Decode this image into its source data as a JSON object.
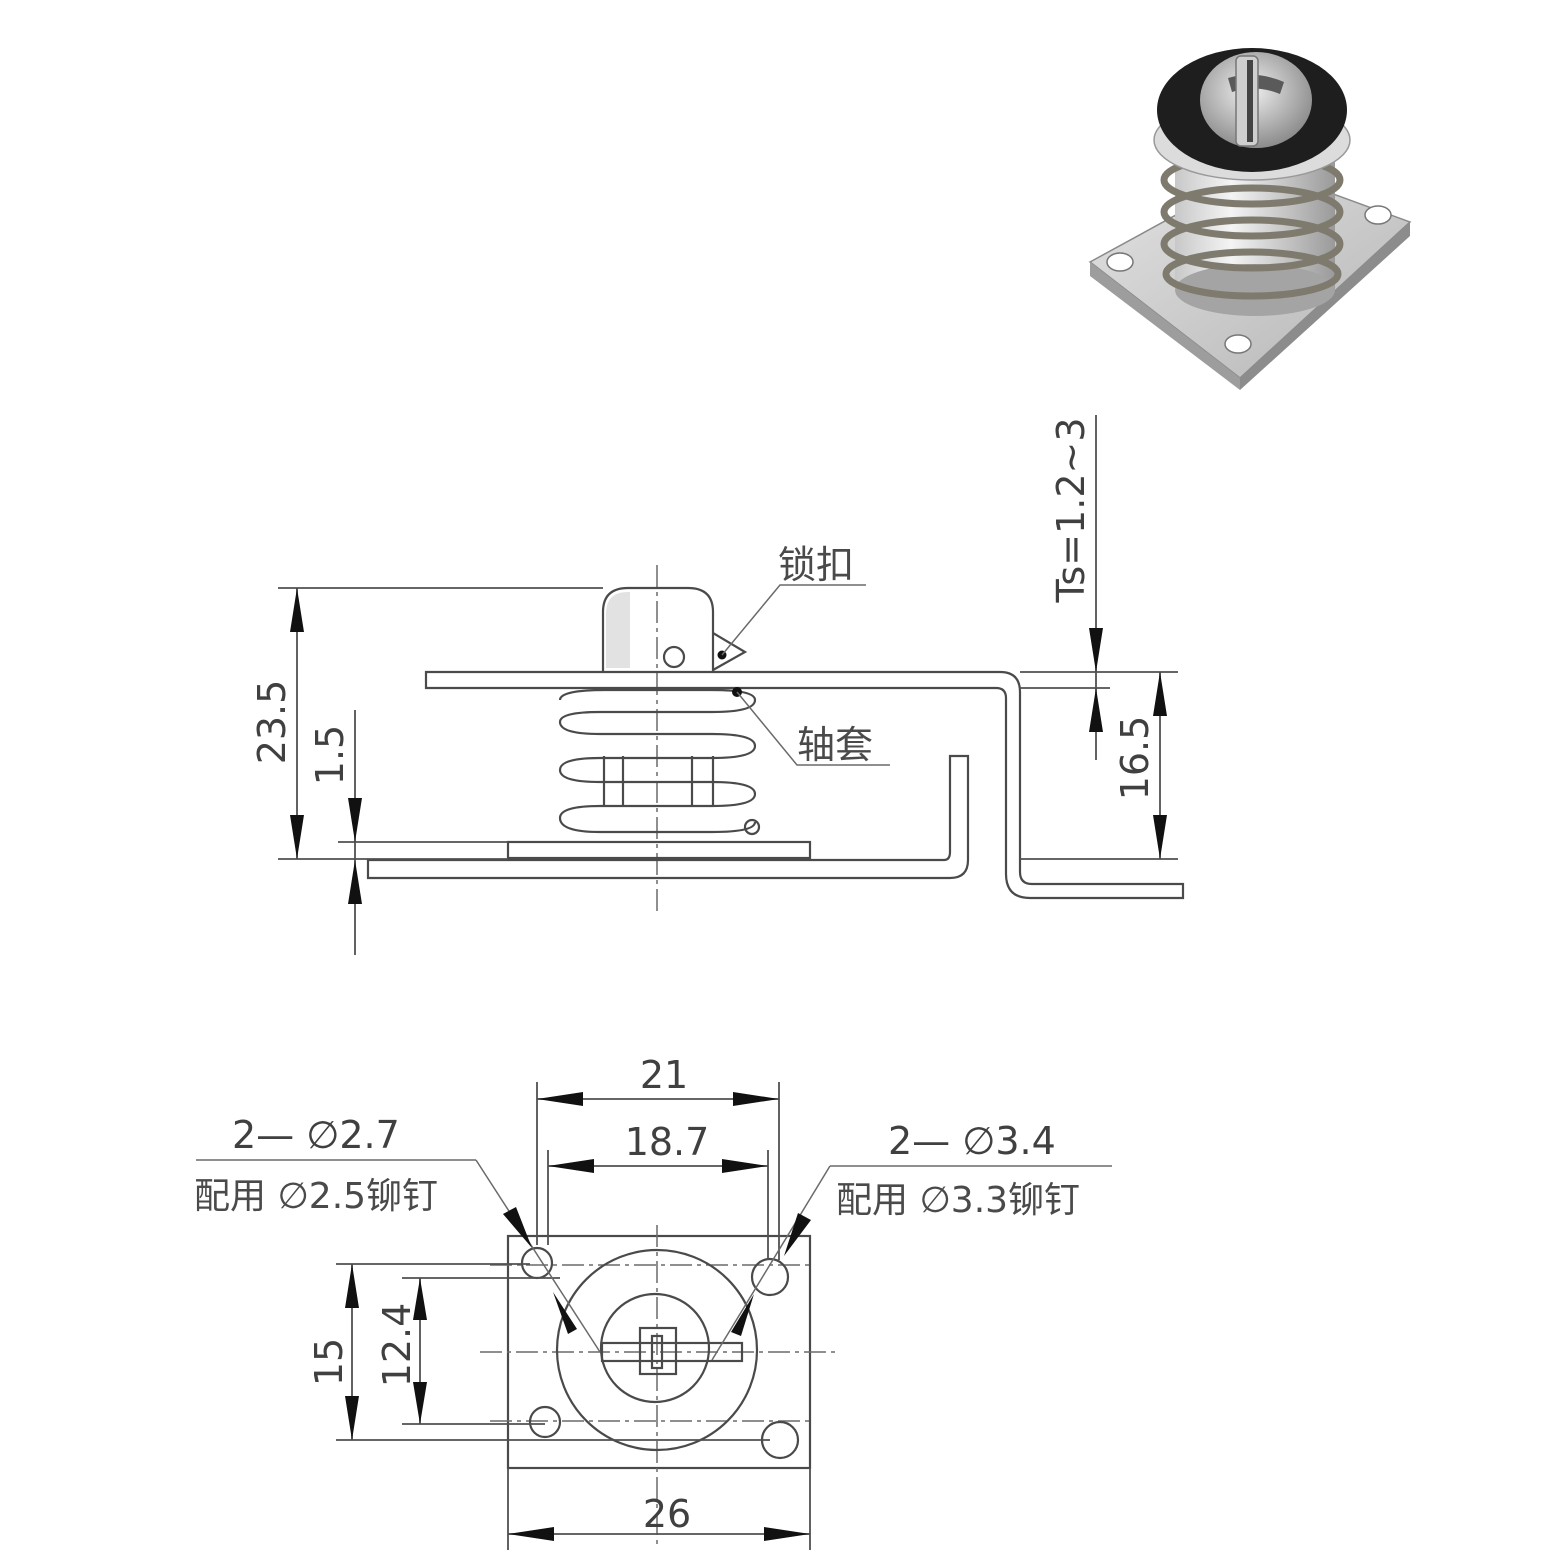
{
  "dimensions": {
    "height_total": "23.5",
    "plate_gap": "1.5",
    "ts": "Ts=1.2~3",
    "right_height": "16.5",
    "width_outer": "21",
    "width_inner": "18.7",
    "base_width": "26",
    "hole_pitch_outer": "15",
    "hole_pitch_inner": "12.4"
  },
  "callouts": {
    "latch": "锁扣",
    "bushing": "轴套",
    "left_hole": "2— ∅2.7",
    "left_rivet": "配用 ∅2.5铆钉",
    "right_hole": "2— ∅3.4",
    "right_rivet": "配用 ∅3.3铆钉"
  },
  "colors": {
    "line": "#4a4a4a",
    "arrow": "#111111",
    "photo_metal": "#a8a8a8",
    "photo_rubber": "#1e1e1e"
  },
  "icons": {
    "product_photo": "spring-latch-photo"
  }
}
